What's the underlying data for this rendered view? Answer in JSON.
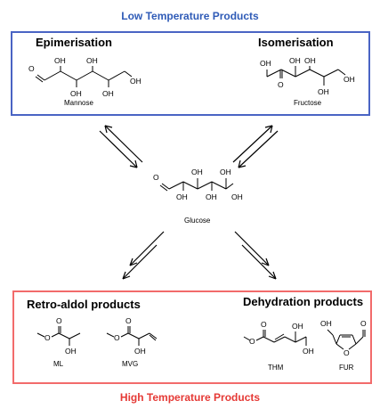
{
  "headers": {
    "low_temperature": "Low Temperature Products",
    "high_temperature": "High Temperature Products"
  },
  "sections": {
    "epimerisation": "Epimerisation",
    "isomerisation": "Isomerisation",
    "retro_aldol": "Retro-aldol products",
    "dehydration": "Dehydration products"
  },
  "compounds": {
    "mannose": "Mannose",
    "fructose": "Fructose",
    "glucose": "Glucose",
    "ml": "ML",
    "mvg": "MVG",
    "thm": "THM",
    "fur": "FUR"
  },
  "atom_labels": {
    "oh": "OH",
    "o": "O"
  },
  "colors": {
    "low_header": "#2f5bb7",
    "low_border": "#4a64c4",
    "high_header": "#e53935",
    "high_border": "#f26b6b"
  }
}
